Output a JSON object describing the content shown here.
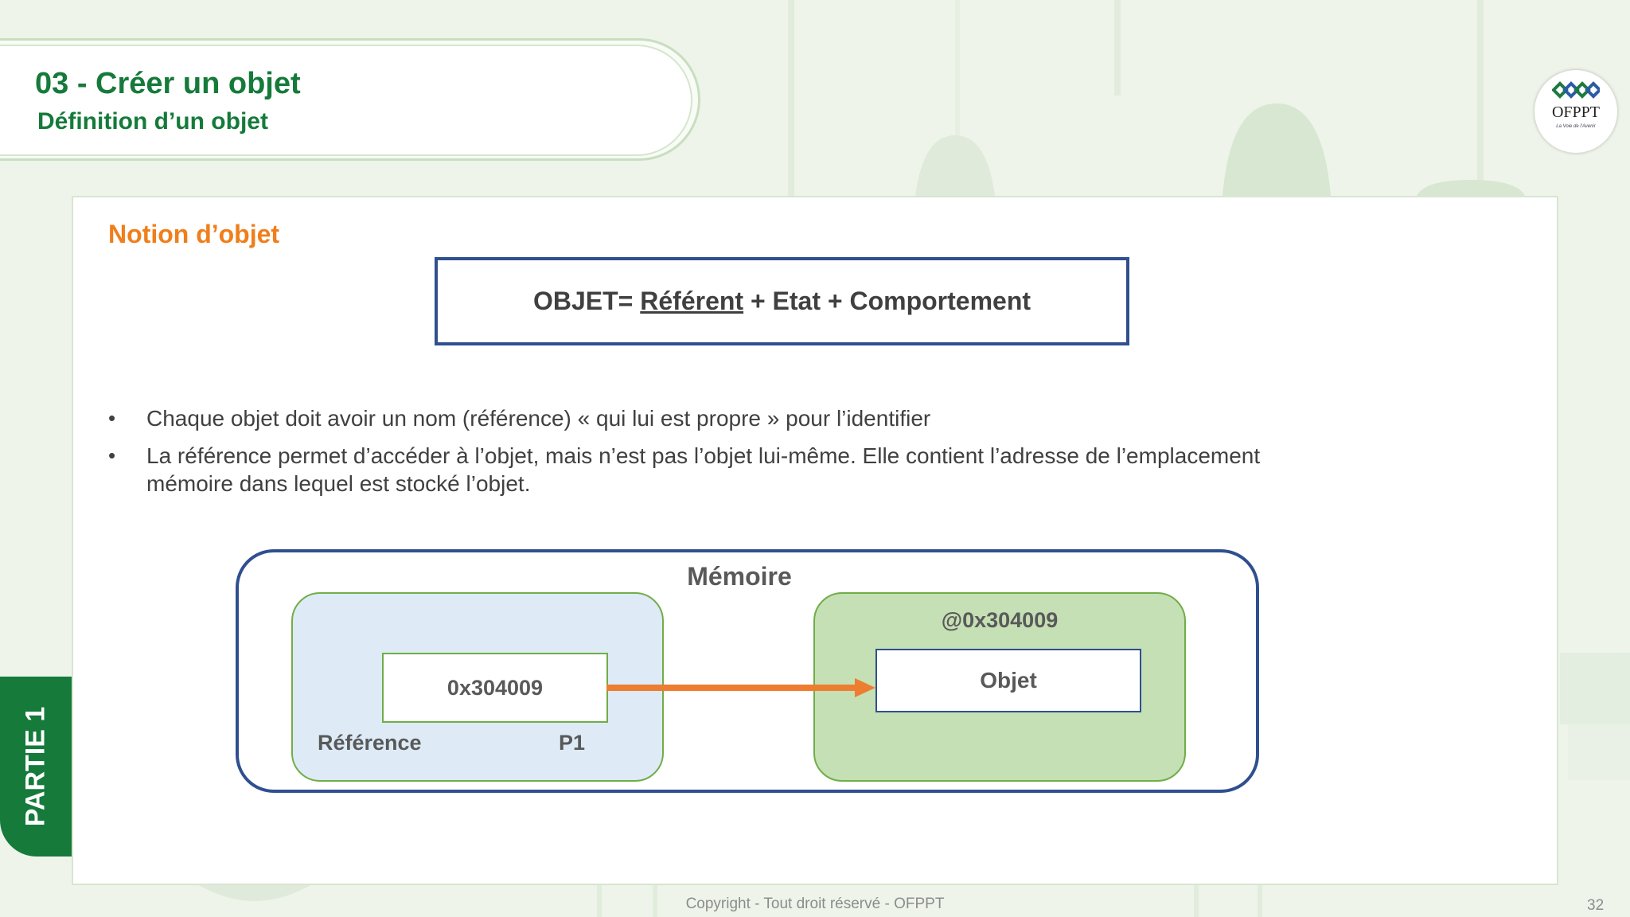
{
  "header": {
    "title": "03 - Créer un objet",
    "subtitle": "Définition d’un objet"
  },
  "logo": {
    "text": "OFPPT",
    "tagline": "La Voie de l'Avenir",
    "icon": "ofppt-logo-icon"
  },
  "section": {
    "heading": "Notion d’objet"
  },
  "formula": {
    "prefix": "OBJET= ",
    "underlined": "Référent",
    "suffix": " + Etat + Comportement"
  },
  "bullets": [
    "Chaque objet doit avoir un nom (référence) « qui lui est propre » pour l’identifier",
    "La référence permet d’accéder à l’objet, mais n’est pas l’objet lui-même. Elle contient l’adresse de l’emplacement mémoire dans lequel est stocké l’objet."
  ],
  "diagram": {
    "memory_label": "Mémoire",
    "reference_value": "0x304009",
    "reference_label": "Référence",
    "variable_label": "P1",
    "address_label": "@0x304009",
    "object_label": "Objet"
  },
  "side_tab": {
    "label": "PARTIE 1"
  },
  "footer": {
    "copyright": "Copyright - Tout droit réservé - OFPPT",
    "page_number": "32"
  },
  "colors": {
    "brand_green": "#157a3a",
    "accent_orange": "#f07e1a",
    "navy": "#2f4f8f",
    "reference_fill": "#deebf7",
    "object_fill": "#c5e0b4"
  }
}
